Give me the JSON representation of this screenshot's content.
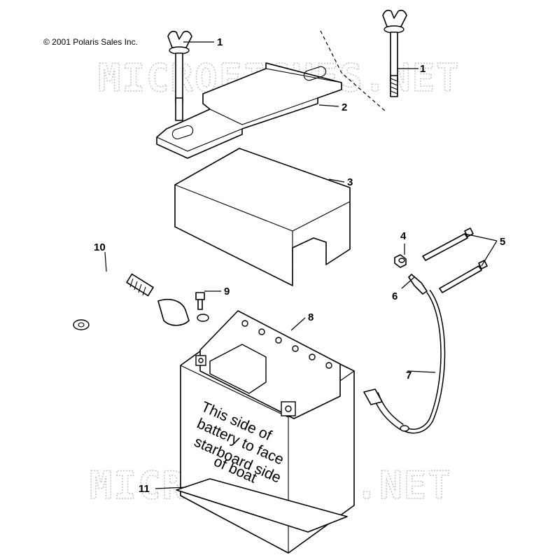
{
  "copyright": "© 2001 Polaris Sales Inc.",
  "watermark": "MICROFICHES.NET",
  "battery_note": [
    "This side of",
    "battery to face",
    "starboard side",
    "of boat"
  ],
  "callouts": {
    "c1a": "1",
    "c1b": "1",
    "c2": "2",
    "c3": "3",
    "c4": "4",
    "c5": "5",
    "c6": "6",
    "c7": "7",
    "c8": "8",
    "c9": "9",
    "c10": "10",
    "c11": "11"
  }
}
